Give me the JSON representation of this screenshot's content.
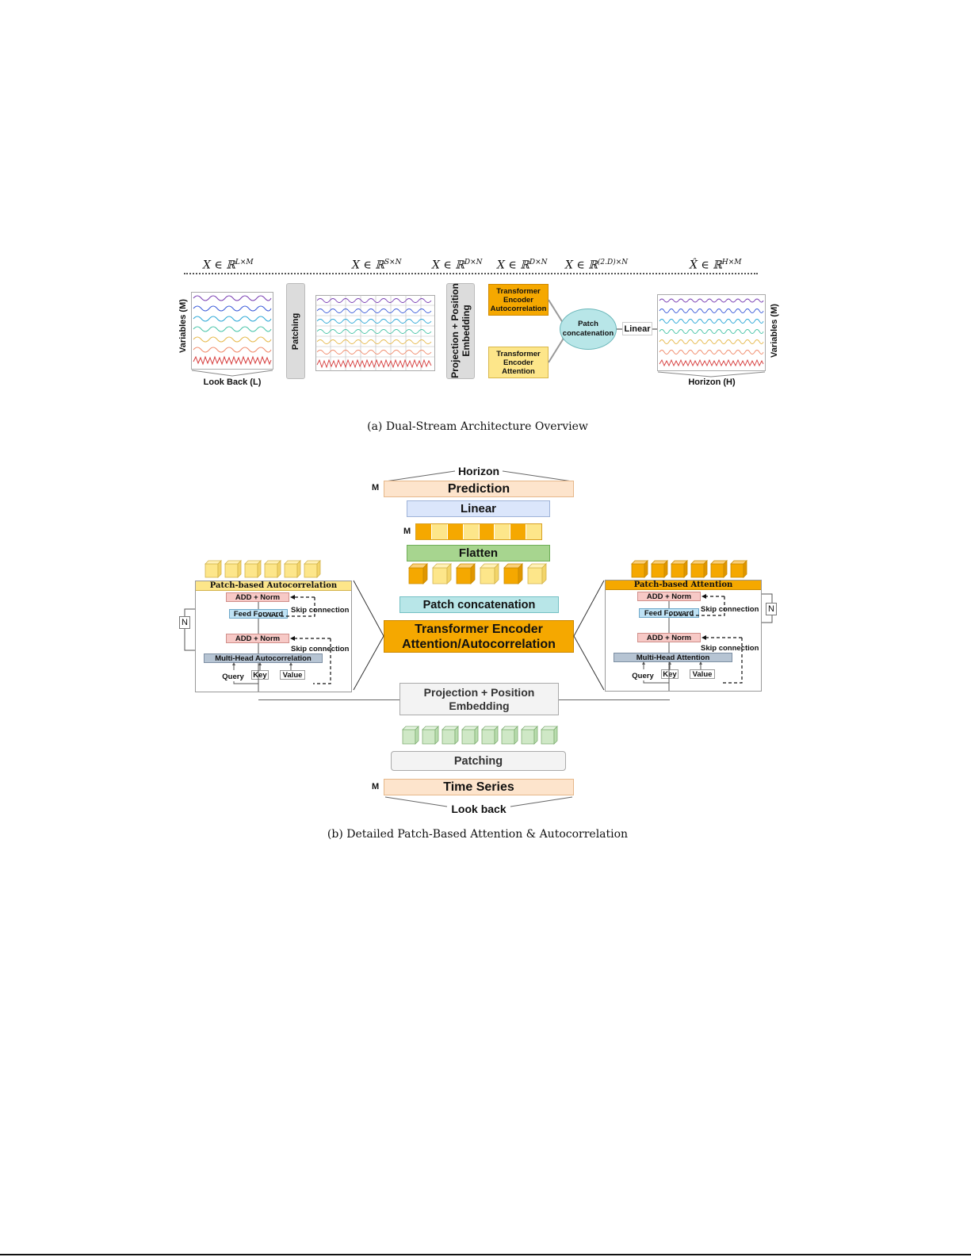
{
  "figure_a": {
    "dim_lookback": "X ∈ ℝ",
    "dim_lookback_sup": "L×M",
    "dim_patch": "X ∈ ℝ",
    "dim_patch_sup": "S×N",
    "dim_embed": "X ∈ ℝ",
    "dim_embed_sup": "D×N",
    "dim_encoder": "X ∈ ℝ",
    "dim_encoder_sup": "D×N",
    "dim_concat": "X ∈ ℝ",
    "dim_concat_sup": "(2.D)×N",
    "dim_output": "X̂ ∈ ℝ",
    "dim_output_sup": "H×M",
    "variables_left": "Variables (M)",
    "lookback_label": "Look Back (L)",
    "patching": "Patching",
    "projection": "Projection + Position Embedding",
    "encoder_auto": "Transformer Encoder Autocorrelation",
    "encoder_attn": "Transformer Encoder Attention",
    "patch_concat": "Patch concatenation",
    "linear": "Linear",
    "variables_right": "Variables (M)",
    "horizon_label": "Horizon (H)",
    "caption": "(a) Dual-Stream Architecture Overview"
  },
  "figure_b": {
    "horizon": "Horizon",
    "m_top": "M",
    "prediction": "Prediction",
    "linear": "Linear",
    "m_mid": "M",
    "flatten": "Flatten",
    "patch_concat": "Patch concatenation",
    "encoder_line1": "Transformer Encoder",
    "encoder_line2": "Attention/Autocorrelation",
    "projection_line1": "Projection + Position",
    "projection_line2": "Embedding",
    "patching": "Patching",
    "m_bottom": "M",
    "time_series": "Time Series",
    "look_back": "Look back",
    "left_panel": {
      "title": "Patch-based Autocorrelation",
      "add_norm_1": "ADD + Norm",
      "feed_forward": "Feed Forward",
      "skip_1": "Skip connection",
      "add_norm_2": "ADD + Norm",
      "skip_2": "Skip connection",
      "multi_head": "Multi-Head Autocorrelation",
      "query": "Query",
      "key": "Key",
      "value": "Value",
      "n": "N"
    },
    "right_panel": {
      "title": "Patch-based Attention",
      "add_norm_1": "ADD + Norm",
      "feed_forward": "Feed Forward",
      "skip_1": "Skip connection",
      "add_norm_2": "ADD + Norm",
      "skip_2": "Skip connection",
      "multi_head": "Multi-Head Attention",
      "query": "Query",
      "key": "Key",
      "value": "Value",
      "n": "N"
    },
    "caption": "(b) Detailed Patch-Based Attention & Autocorrelation"
  },
  "colors": {
    "orange": "#f5a800",
    "light_orange": "#fbd78a",
    "peach": "#fde4cc",
    "blue": "#dbe6fb",
    "green": "#a7d58f",
    "teal": "#b8e6e8",
    "gray": "#e6e6e6",
    "pink": "#f7c9c6",
    "light_blue": "#bfe2f5",
    "slate": "#b6c4d3",
    "yellow": "#fde68a"
  }
}
